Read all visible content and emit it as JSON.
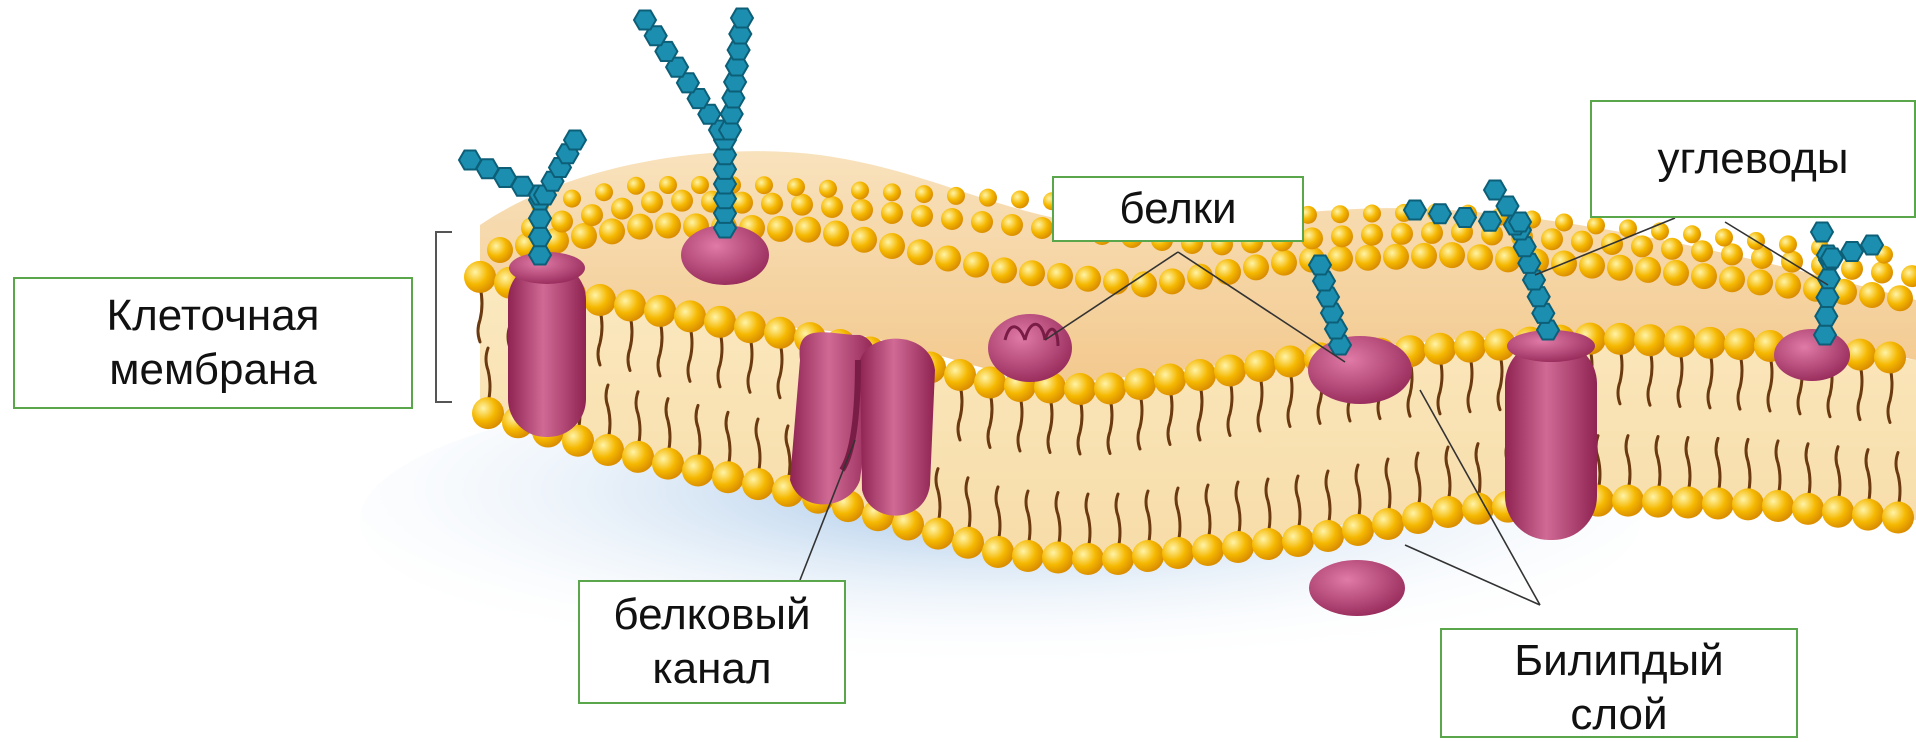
{
  "labels": {
    "membrane": [
      "Клеточная",
      "мембрана"
    ],
    "proteins": "белки",
    "carbohydrates": "углеводы",
    "protein_channel": [
      "белковый",
      "канал"
    ],
    "bilayer": [
      "Билипдый",
      "слой"
    ]
  },
  "colors": {
    "label_border": "#5aa64a",
    "lipid_head": "#f5b800",
    "lipid_tail": "#6b3a10",
    "membrane_top": "#f6d6a6",
    "protein": "#b53d73",
    "carbohydrate_bead": "#1c8fb0",
    "shadow": "#9fc3e6",
    "leader_line": "#333333"
  }
}
